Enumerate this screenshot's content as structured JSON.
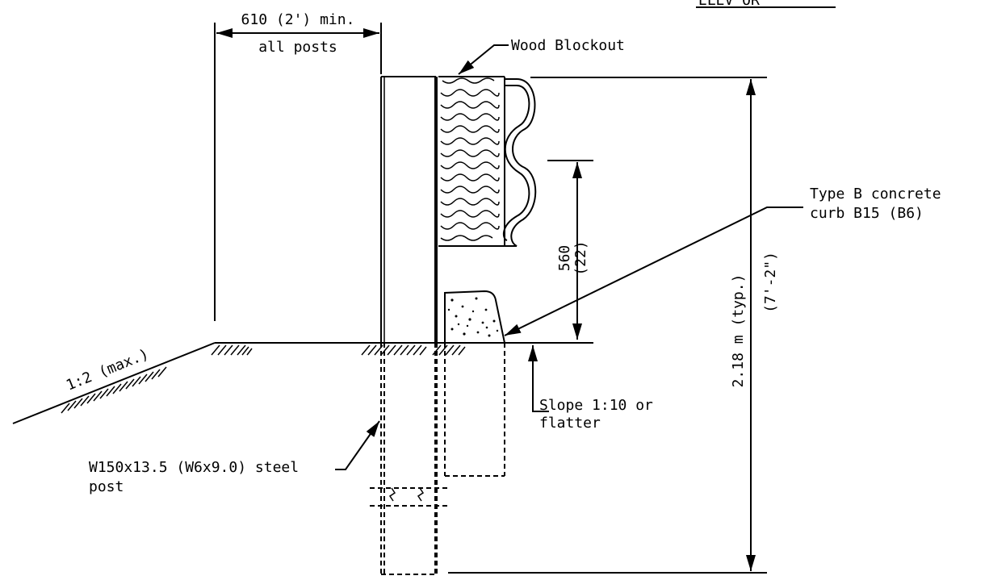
{
  "header": {
    "partial_title": "ELEV    OR"
  },
  "labels": {
    "top_dim_line1": "610 (2') min.",
    "top_dim_line2": "all posts",
    "blockout": "Wood Blockout",
    "curb_line1": "Type B concrete",
    "curb_line2": "curb B15 (B6)",
    "rail_dim_metric": "560",
    "rail_dim_imperial": "(22)",
    "height_metric": "2.18 m (typ.)",
    "height_imperial": "(7'-2\")",
    "slope_side": "1:2 (max.)",
    "slope_front_line1": "Slope 1:10 or",
    "slope_front_line2": "flatter",
    "post_line1": "W150x13.5 (W6x9.0) steel",
    "post_line2": "post"
  }
}
